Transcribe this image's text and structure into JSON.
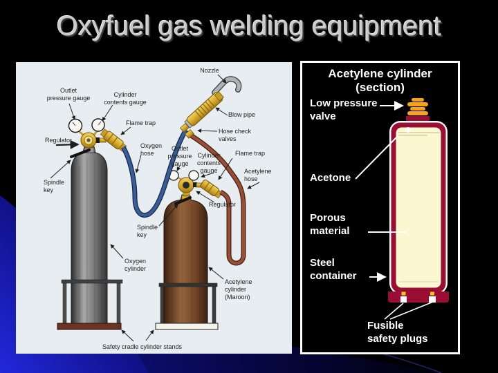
{
  "slide": {
    "title": "Oxyfuel gas welding equipment"
  },
  "equipment_diagram": {
    "labels": {
      "nozzle": "Nozzle",
      "outlet_pressure_gauge_oxygen": "Outlet\npressure gauge",
      "cylinder_contents_gauge_oxygen": "Cylinder\ncontents gauge",
      "flame_trap_oxygen": "Flame trap",
      "blow_pipe": "Blow pipe",
      "hose_check_valves": "Hose check\nvalves",
      "regulator_oxygen": "Regulator",
      "oxygen_hose": "Oxygen\nhose",
      "outlet_pressure_gauge_acetylene": "Outlet\npressure\ngauge",
      "cylinder_contents_gauge_acetylene": "Cylinder\ncontents\ngauge",
      "flame_trap_acetylene": "Flame trap",
      "acetylene_hose": "Acetylene\nhose",
      "spindle_key_oxygen": "Spindle\nkey",
      "regulator_acetylene": "Regulator",
      "spindle_key_acetylene": "Spindle\nkey",
      "oxygen_cylinder": "Oxygen\ncylinder",
      "acetylene_cylinder": "Acetylene\ncylinder\n(Maroon)",
      "safety_stands": "Safety cradle cylinder stands"
    }
  },
  "cylinder_section_panel": {
    "title": "Acetylene cylinder\n(section)",
    "labels": {
      "low_pressure_valve": "Low pressure\nvalve",
      "acetone": "Acetone",
      "porous_material": "Porous\nmaterial",
      "steel_container": "Steel\ncontainer",
      "fusible_safety_plugs": "Fusible\nsafety plugs"
    }
  },
  "colors": {
    "slide_background": "#000000",
    "swoosh_blue": "#2226d6",
    "diagram_panel_background": "#e7edf0",
    "section_maroon": "#9b0e34",
    "section_cream": "#fbf7d0",
    "valve_orange": "#f6a21c",
    "fusible_plug_yellow": "#f3c623",
    "oxygen_hose_blue": "#3a5d96",
    "acetylene_hose_red": "#96503a",
    "brass": "#e2bb3e",
    "title_silver": "#cacaca"
  }
}
